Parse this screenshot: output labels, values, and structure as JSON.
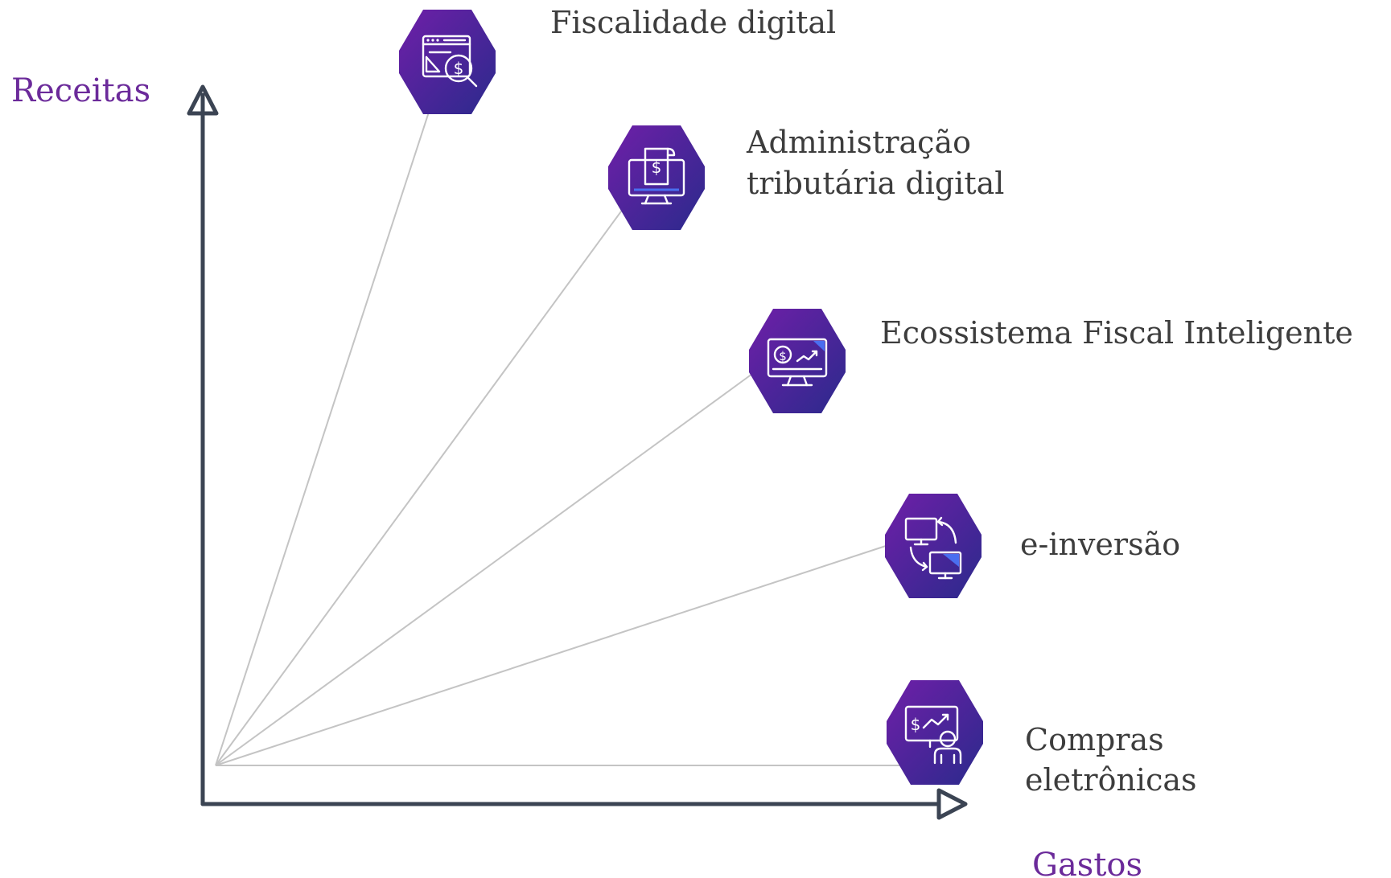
{
  "axes": {
    "y_label": "Receitas",
    "x_label": "Gastos"
  },
  "colors": {
    "axis": "#3b4453",
    "axis_label": "#6b2a9a",
    "ray": "#c4c4c4",
    "text": "#3d3d3d",
    "hex_gradient_start": "#6a22a6",
    "hex_gradient_end": "#2c2a8c"
  },
  "items": [
    {
      "lines": [
        "Fiscalidade digital"
      ],
      "icon": "browser-dollar-magnifier-icon"
    },
    {
      "lines": [
        "Administração",
        "tributária digital"
      ],
      "icon": "monitor-receipt-dollar-icon"
    },
    {
      "lines": [
        "Ecossistema Fiscal Inteligente"
      ],
      "icon": "monitor-dollar-chart-icon"
    },
    {
      "lines": [
        "e-inversão"
      ],
      "icon": "monitors-exchange-icon"
    },
    {
      "lines": [
        "Compras",
        "eletrônicas"
      ],
      "icon": "presenter-chart-icon"
    }
  ]
}
